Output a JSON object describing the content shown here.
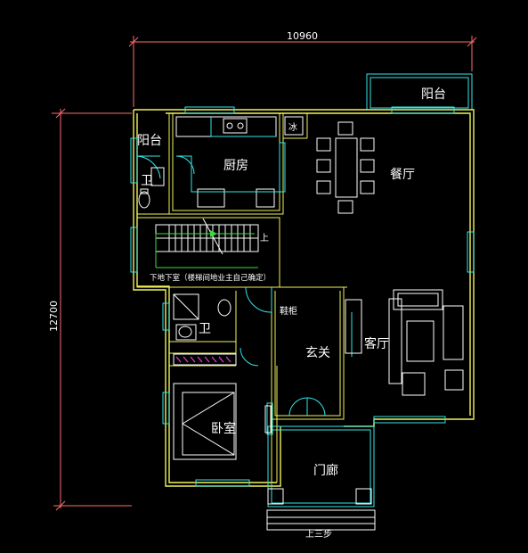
{
  "dimensions": {
    "width_label": "10960",
    "height_label": "12700"
  },
  "rooms": {
    "balcony_left": "阳台",
    "balcony_right": "阳台",
    "kitchen": "厨房",
    "dining": "餐厅",
    "living": "客厅",
    "foyer": "玄关",
    "bedroom": "卧室",
    "porch": "门廊",
    "wc_upper": "卫",
    "wc_lower": "卫",
    "shoe_cabinet": "鞋柜",
    "fridge": "冰"
  },
  "annotations": {
    "stair_up": "上",
    "basement_note": "下地下室（楼梯间地业主自己确定）",
    "steps_note": "上三步"
  },
  "colors": {
    "background": "#000000",
    "wall": "#f2f25a",
    "window": "#32e6e6",
    "dimension": "#ff6b6b",
    "furniture": "#ffffff",
    "stair_arrow": "#3cdc3c"
  }
}
